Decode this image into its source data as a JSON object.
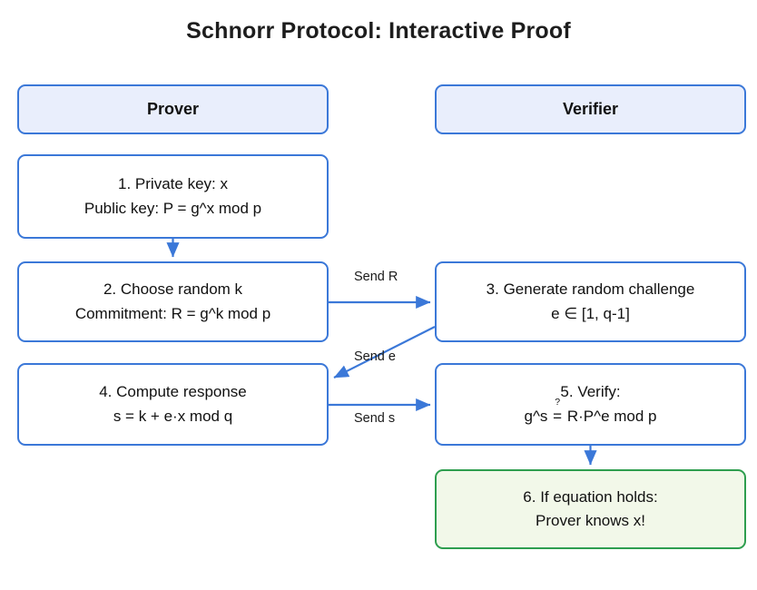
{
  "title": "Schnorr Protocol: Interactive Proof",
  "colors": {
    "node_border": "#3b78d8",
    "node_fill": "#ffffff",
    "header_fill": "#e9eefc",
    "success_border": "#2e9e4f",
    "success_fill": "#f2f8e9",
    "arrow": "#3b78d8",
    "text": "#111111",
    "background": "#ffffff"
  },
  "columns": {
    "prover": {
      "header": "Prover"
    },
    "verifier": {
      "header": "Verifier"
    }
  },
  "nodes": [
    {
      "id": "prover-header",
      "column": "prover",
      "kind": "header",
      "lines": [
        "Prover"
      ]
    },
    {
      "id": "verifier-header",
      "column": "verifier",
      "kind": "header",
      "lines": [
        "Verifier"
      ]
    },
    {
      "id": "step-1",
      "column": "prover",
      "kind": "process",
      "step": "1",
      "lines": [
        "1. Private key: x",
        "Public key: P = g^x mod p"
      ]
    },
    {
      "id": "step-2",
      "column": "prover",
      "kind": "process",
      "step": "2",
      "lines": [
        "2. Choose random k",
        "Commitment: R = g^k mod p"
      ]
    },
    {
      "id": "step-3",
      "column": "verifier",
      "kind": "process",
      "step": "3",
      "lines": [
        "3. Generate random challenge",
        "e ∈ [1, q-1]"
      ]
    },
    {
      "id": "step-4",
      "column": "prover",
      "kind": "process",
      "step": "4",
      "lines": [
        "4. Compute response",
        "s = k + e·x mod q"
      ]
    },
    {
      "id": "step-5",
      "column": "verifier",
      "kind": "process",
      "step": "5",
      "lines": [
        "5. Verify:",
        "g^s ≟ R·P^e mod p"
      ],
      "line2_parts": {
        "left": "g^s ",
        "relation": "=",
        "question": "?",
        "right": " R·P^e mod p"
      }
    },
    {
      "id": "step-6",
      "column": "verifier",
      "kind": "success",
      "step": "6",
      "lines": [
        "6. If equation holds:",
        "Prover knows x!"
      ]
    }
  ],
  "connectors": [
    {
      "id": "c1",
      "from": "step-1",
      "to": "step-2",
      "label": "",
      "style": "vertical"
    },
    {
      "id": "c2",
      "from": "step-2",
      "to": "step-3",
      "label": "Send R",
      "style": "horizontal"
    },
    {
      "id": "c3",
      "from": "step-3",
      "to": "step-4",
      "label": "Send e",
      "style": "diagonal"
    },
    {
      "id": "c4",
      "from": "step-4",
      "to": "step-5",
      "label": "Send s",
      "style": "horizontal"
    },
    {
      "id": "c5",
      "from": "step-5",
      "to": "step-6",
      "label": "",
      "style": "vertical"
    }
  ]
}
